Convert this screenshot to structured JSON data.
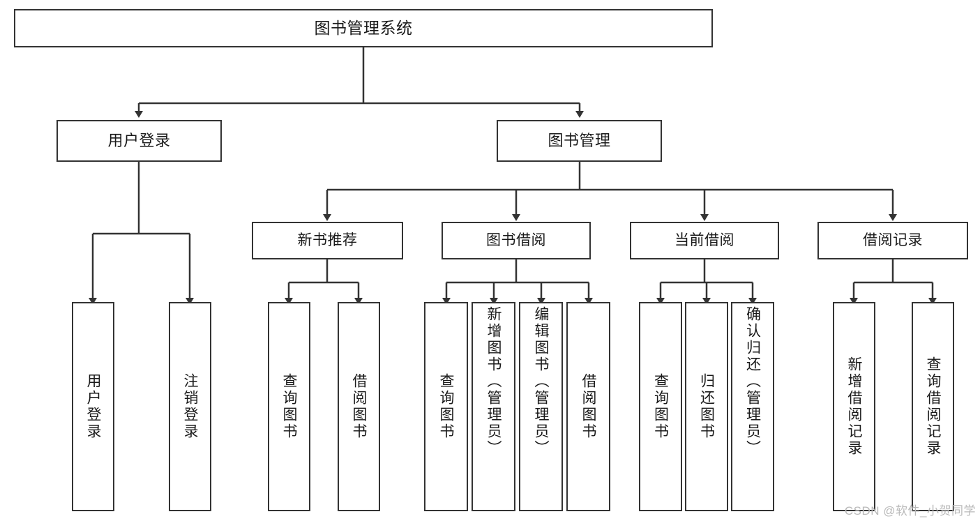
{
  "diagram": {
    "type": "tree-hierarchy-chart",
    "title": "图书管理系统",
    "stroke_color": "#333333",
    "background_color": "#ffffff",
    "text_color": "#1a1a1a",
    "root": {
      "label": "图书管理系统"
    },
    "level1": [
      {
        "label": "用户登录"
      },
      {
        "label": "图书管理"
      }
    ],
    "level2": [
      {
        "label": "新书推荐"
      },
      {
        "label": "图书借阅"
      },
      {
        "label": "当前借阅"
      },
      {
        "label": "借阅记录"
      }
    ],
    "leaves": {
      "user_login": [
        {
          "label": "用户登录"
        },
        {
          "label": "注销登录"
        }
      ],
      "new_book_recommend": [
        {
          "label": "查询图书"
        },
        {
          "label": "借阅图书"
        }
      ],
      "book_borrow": [
        {
          "label": "查询图书"
        },
        {
          "label": "新增图书（管理员）"
        },
        {
          "label": "编辑图书（管理员）"
        },
        {
          "label": "借阅图书"
        }
      ],
      "current_borrow": [
        {
          "label": "查询图书"
        },
        {
          "label": "归还图书"
        },
        {
          "label": "确认归还（管理员）"
        }
      ],
      "borrow_records": [
        {
          "label": "新增借阅记录"
        },
        {
          "label": "查询借阅记录"
        }
      ]
    }
  },
  "watermark": {
    "text": "CSDN @软件_小贺同学"
  }
}
